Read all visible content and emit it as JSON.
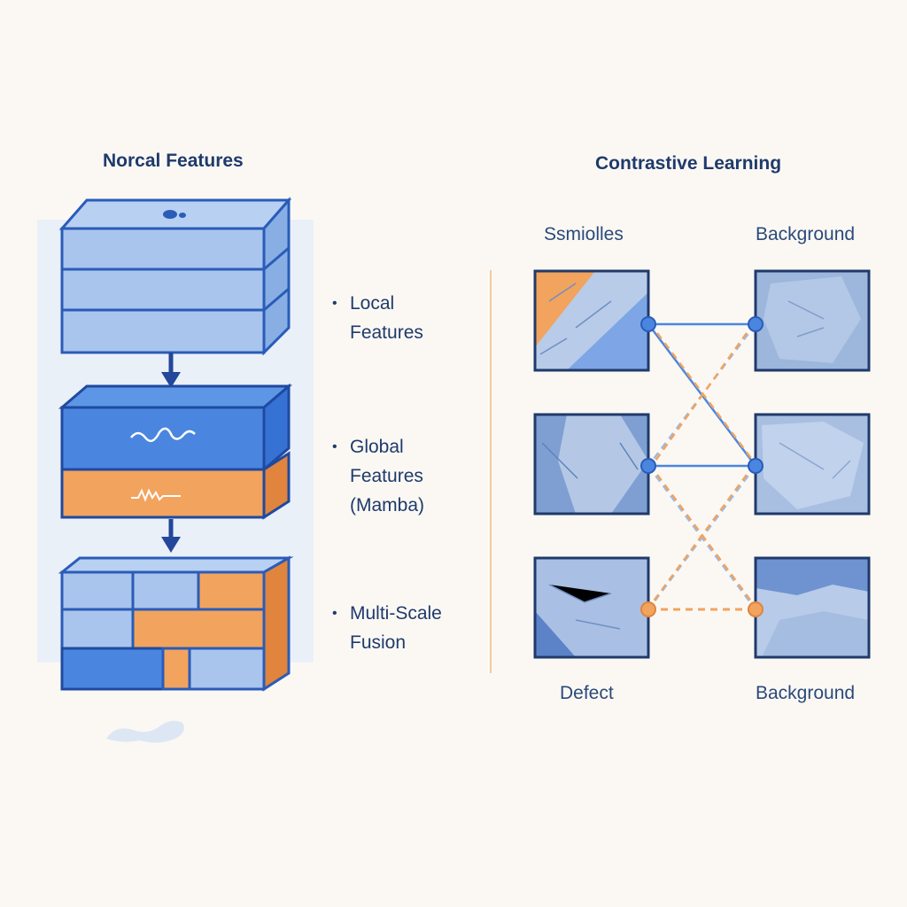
{
  "left_panel": {
    "title": "Norcal Features",
    "bullets": [
      {
        "line1": "Local",
        "line2": "Features",
        "line3": ""
      },
      {
        "line1": "Global",
        "line2": "Features",
        "line3": "(Mamba)"
      },
      {
        "line1": "Multi-Scale",
        "line2": "Fusion",
        "line3": ""
      }
    ]
  },
  "right_panel": {
    "title": "Contrastive Learning",
    "top_left_label": "Ssmiolles",
    "top_right_label": "Background",
    "bottom_left_label": "Defect",
    "bottom_right_label": "Background"
  },
  "colors": {
    "light_blue": "#a9c5ee",
    "mid_blue": "#4a86e0",
    "dark_navy": "#1f3a6b",
    "orange": "#f2a35d",
    "background": "#fbf8f4"
  }
}
